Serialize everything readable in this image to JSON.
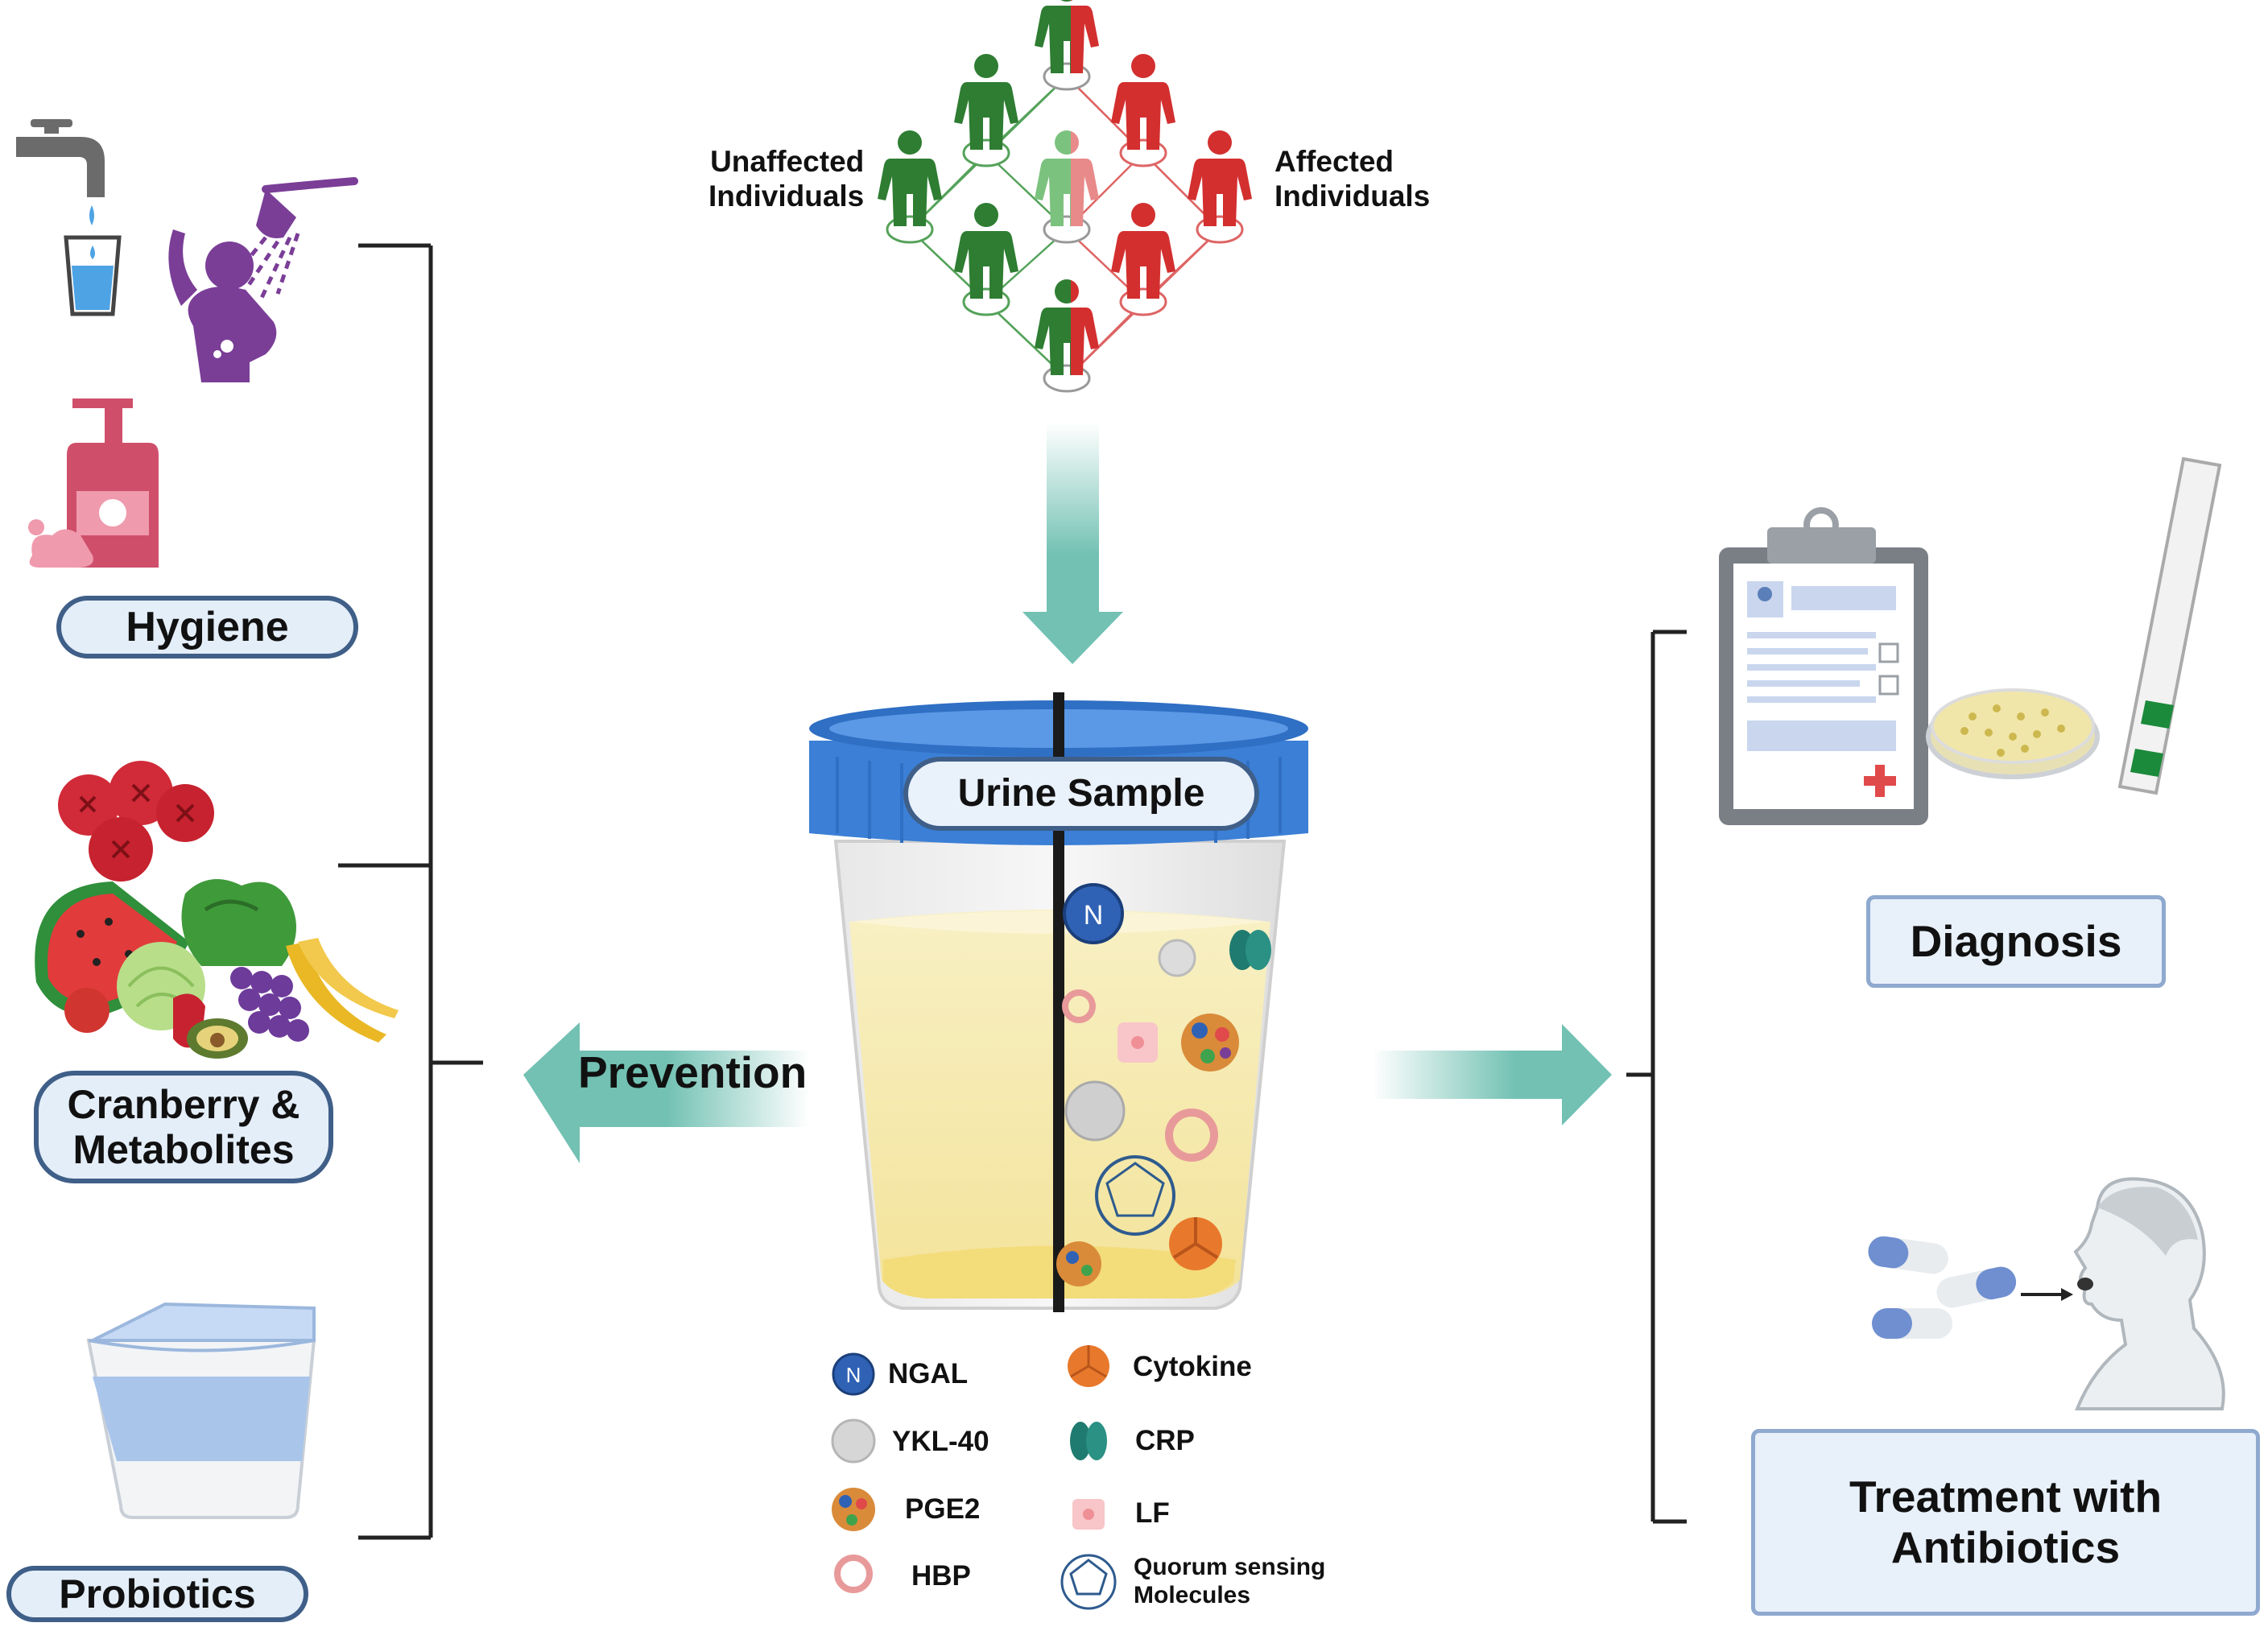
{
  "labels": {
    "hygiene": "Hygiene",
    "cranberry": "Cranberry &\nMetabolites",
    "probiotics": "Probiotics",
    "prevention": "Prevention",
    "urine_sample": "Urine Sample",
    "diagnosis": "Diagnosis",
    "treatment": "Treatment with\nAntibiotics",
    "unaffected": "Unaffected\nIndividuals",
    "affected": "Affected\nIndividuals"
  },
  "legend": [
    {
      "label": "NGAL",
      "icon": "ngal-badge-icon",
      "badge": "N"
    },
    {
      "label": "YKL-40",
      "icon": "ykl40-sphere-icon"
    },
    {
      "label": "PGE2",
      "icon": "pge2-cluster-icon"
    },
    {
      "label": "HBP",
      "icon": "hbp-ring-icon"
    },
    {
      "label": "Cytokine",
      "icon": "cytokine-icon"
    },
    {
      "label": "CRP",
      "icon": "crp-icon"
    },
    {
      "label": "LF",
      "icon": "lf-square-icon"
    },
    {
      "label": "Quorum sensing\nMolecules",
      "icon": "quorum-sensing-cage-icon"
    }
  ],
  "colors": {
    "unaffected": "#2e7d32",
    "affected": "#d32f2f",
    "arrow": "#72c1b3",
    "cap": "#3b7fd6",
    "urine": "#f7eab0",
    "label_border": "#3f5f88",
    "label_fill": "#e4eef9"
  }
}
